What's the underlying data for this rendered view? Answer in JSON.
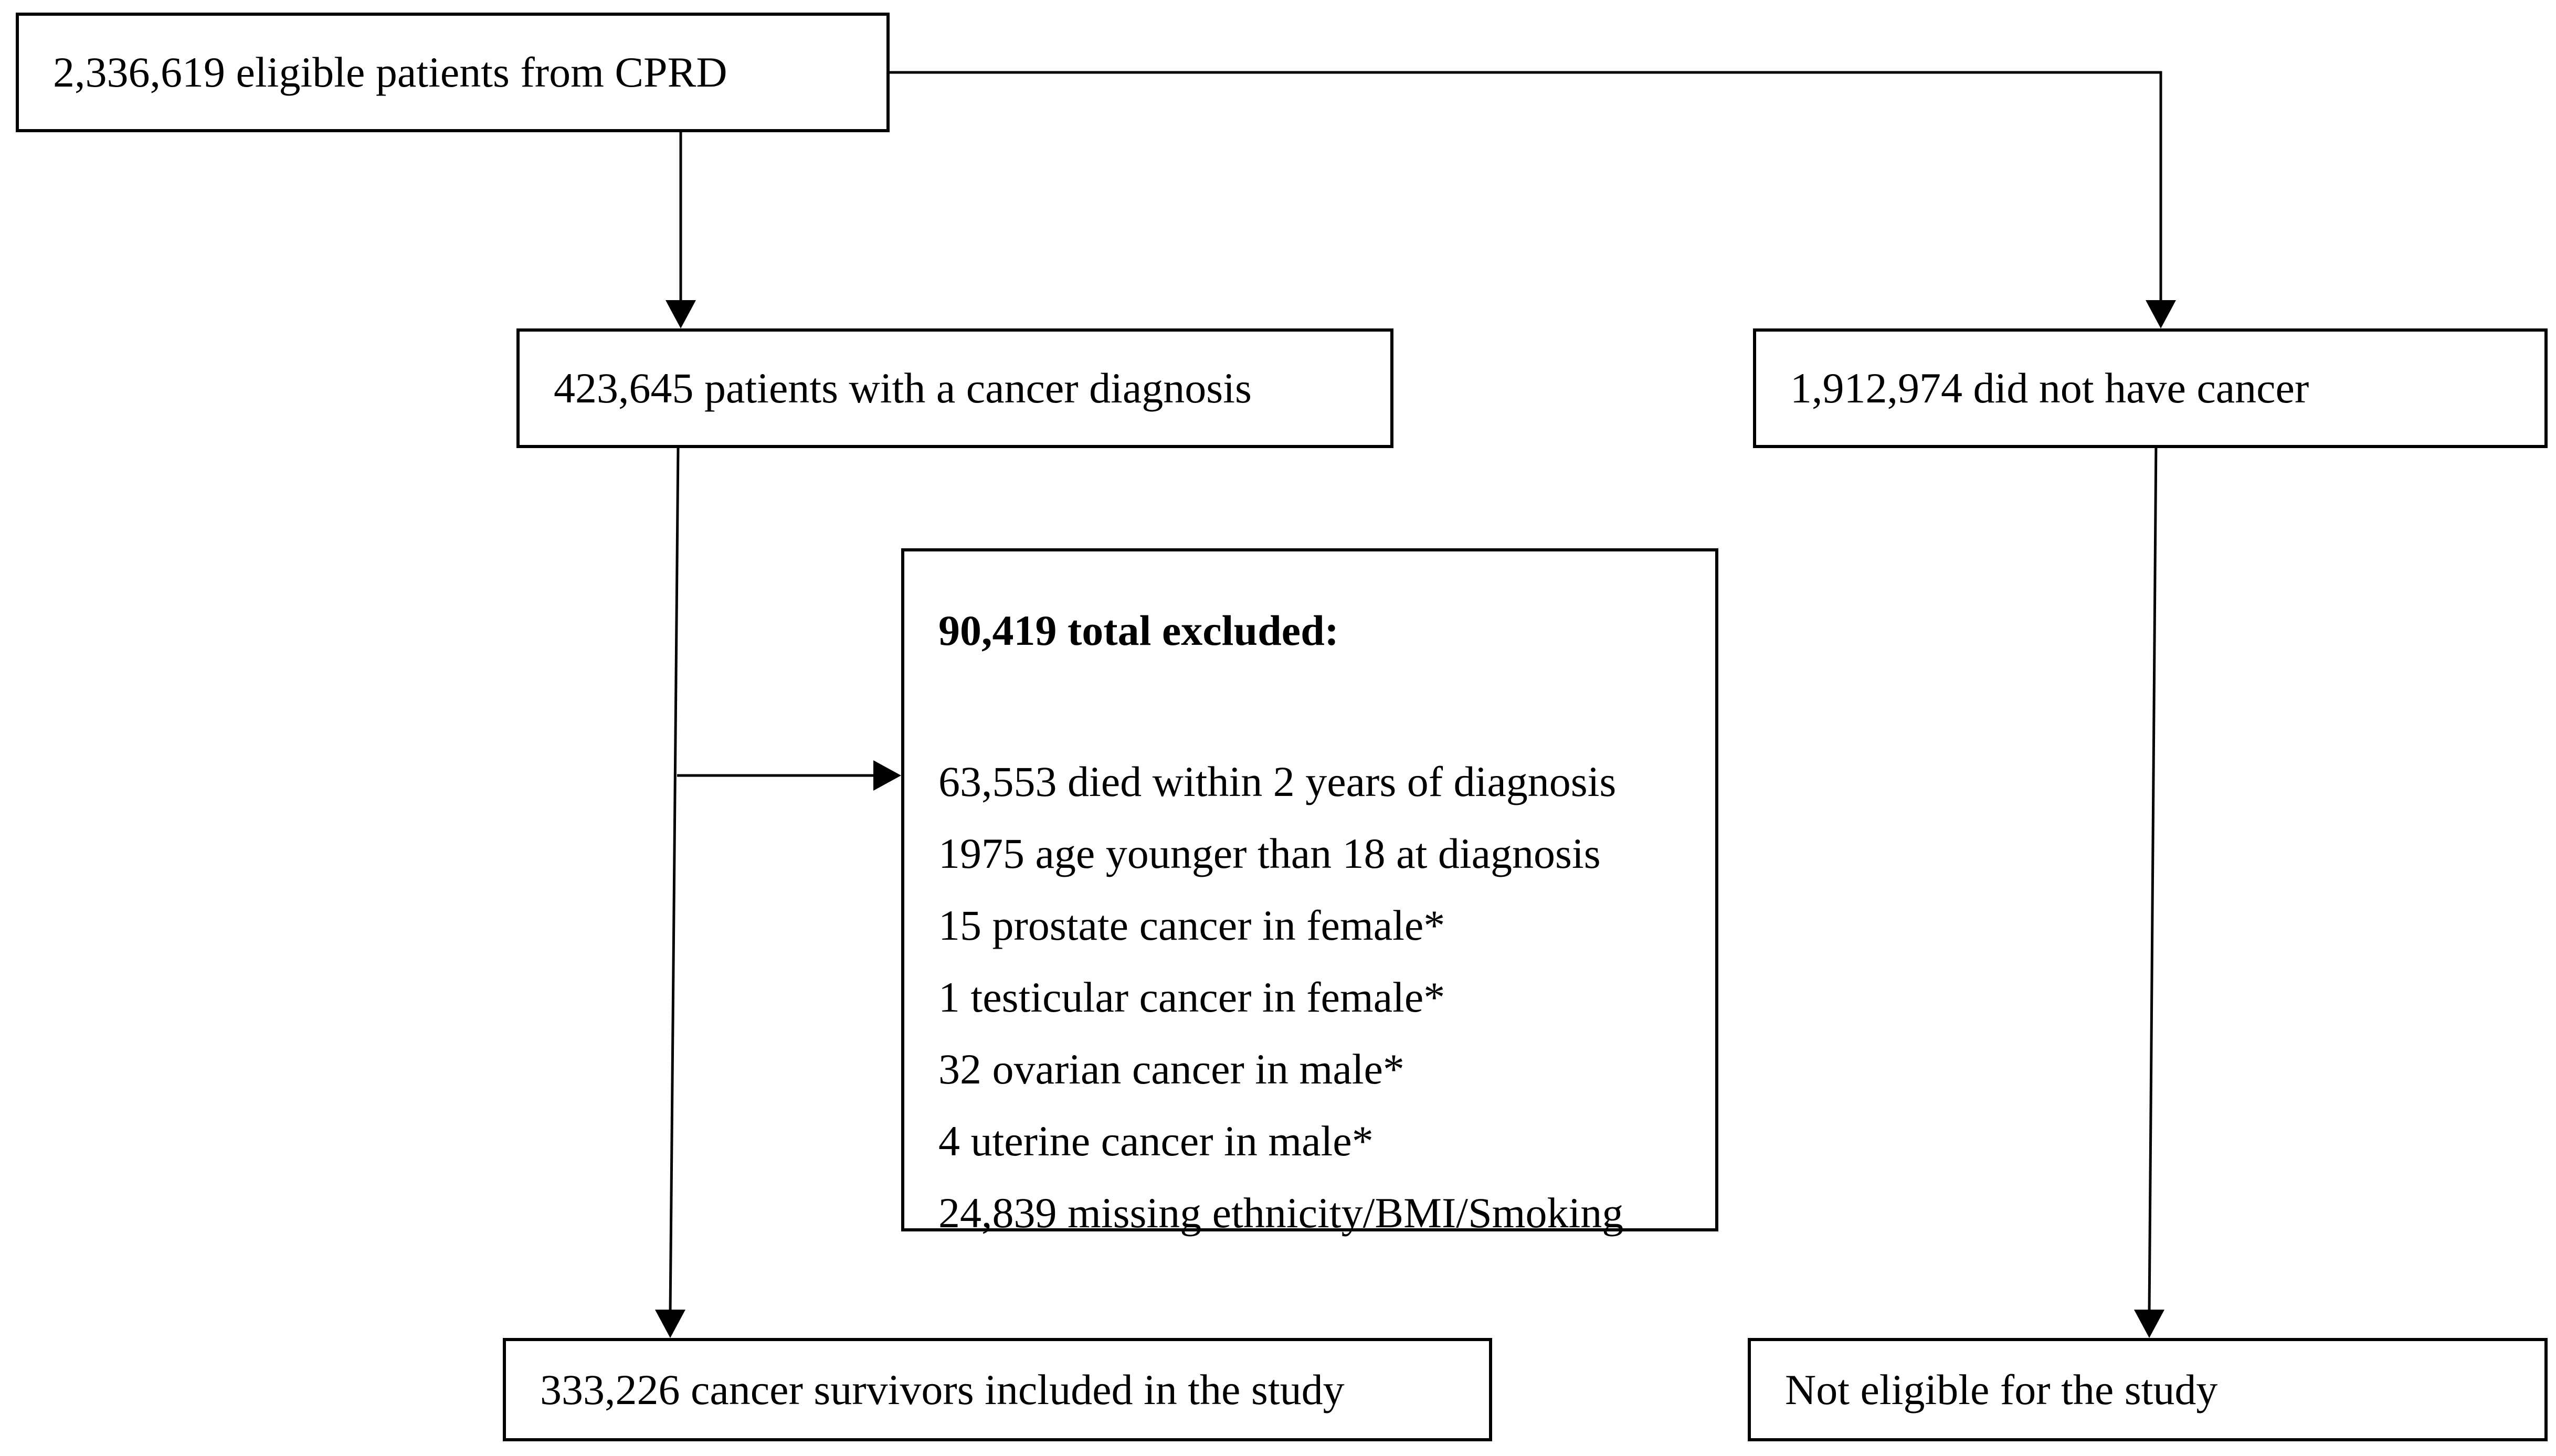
{
  "flowchart": {
    "eligible": "2,336,619 eligible patients from CPRD",
    "cancer": "423,645 patients with a cancer diagnosis",
    "no_cancer": "1,912,974 did not have cancer",
    "excluded": {
      "title": "90,419 total excluded:",
      "items": [
        "63,553 died within 2 years of diagnosis",
        "1975 age younger than 18 at diagnosis",
        "15 prostate cancer in female*",
        "1 testicular cancer in female*",
        "32 ovarian cancer in male*",
        "4 uterine cancer in male*",
        "24,839 missing ethnicity/BMI/Smoking"
      ]
    },
    "included": "333,226 cancer survivors included in the study",
    "not_eligible": "Not eligible for the study"
  }
}
